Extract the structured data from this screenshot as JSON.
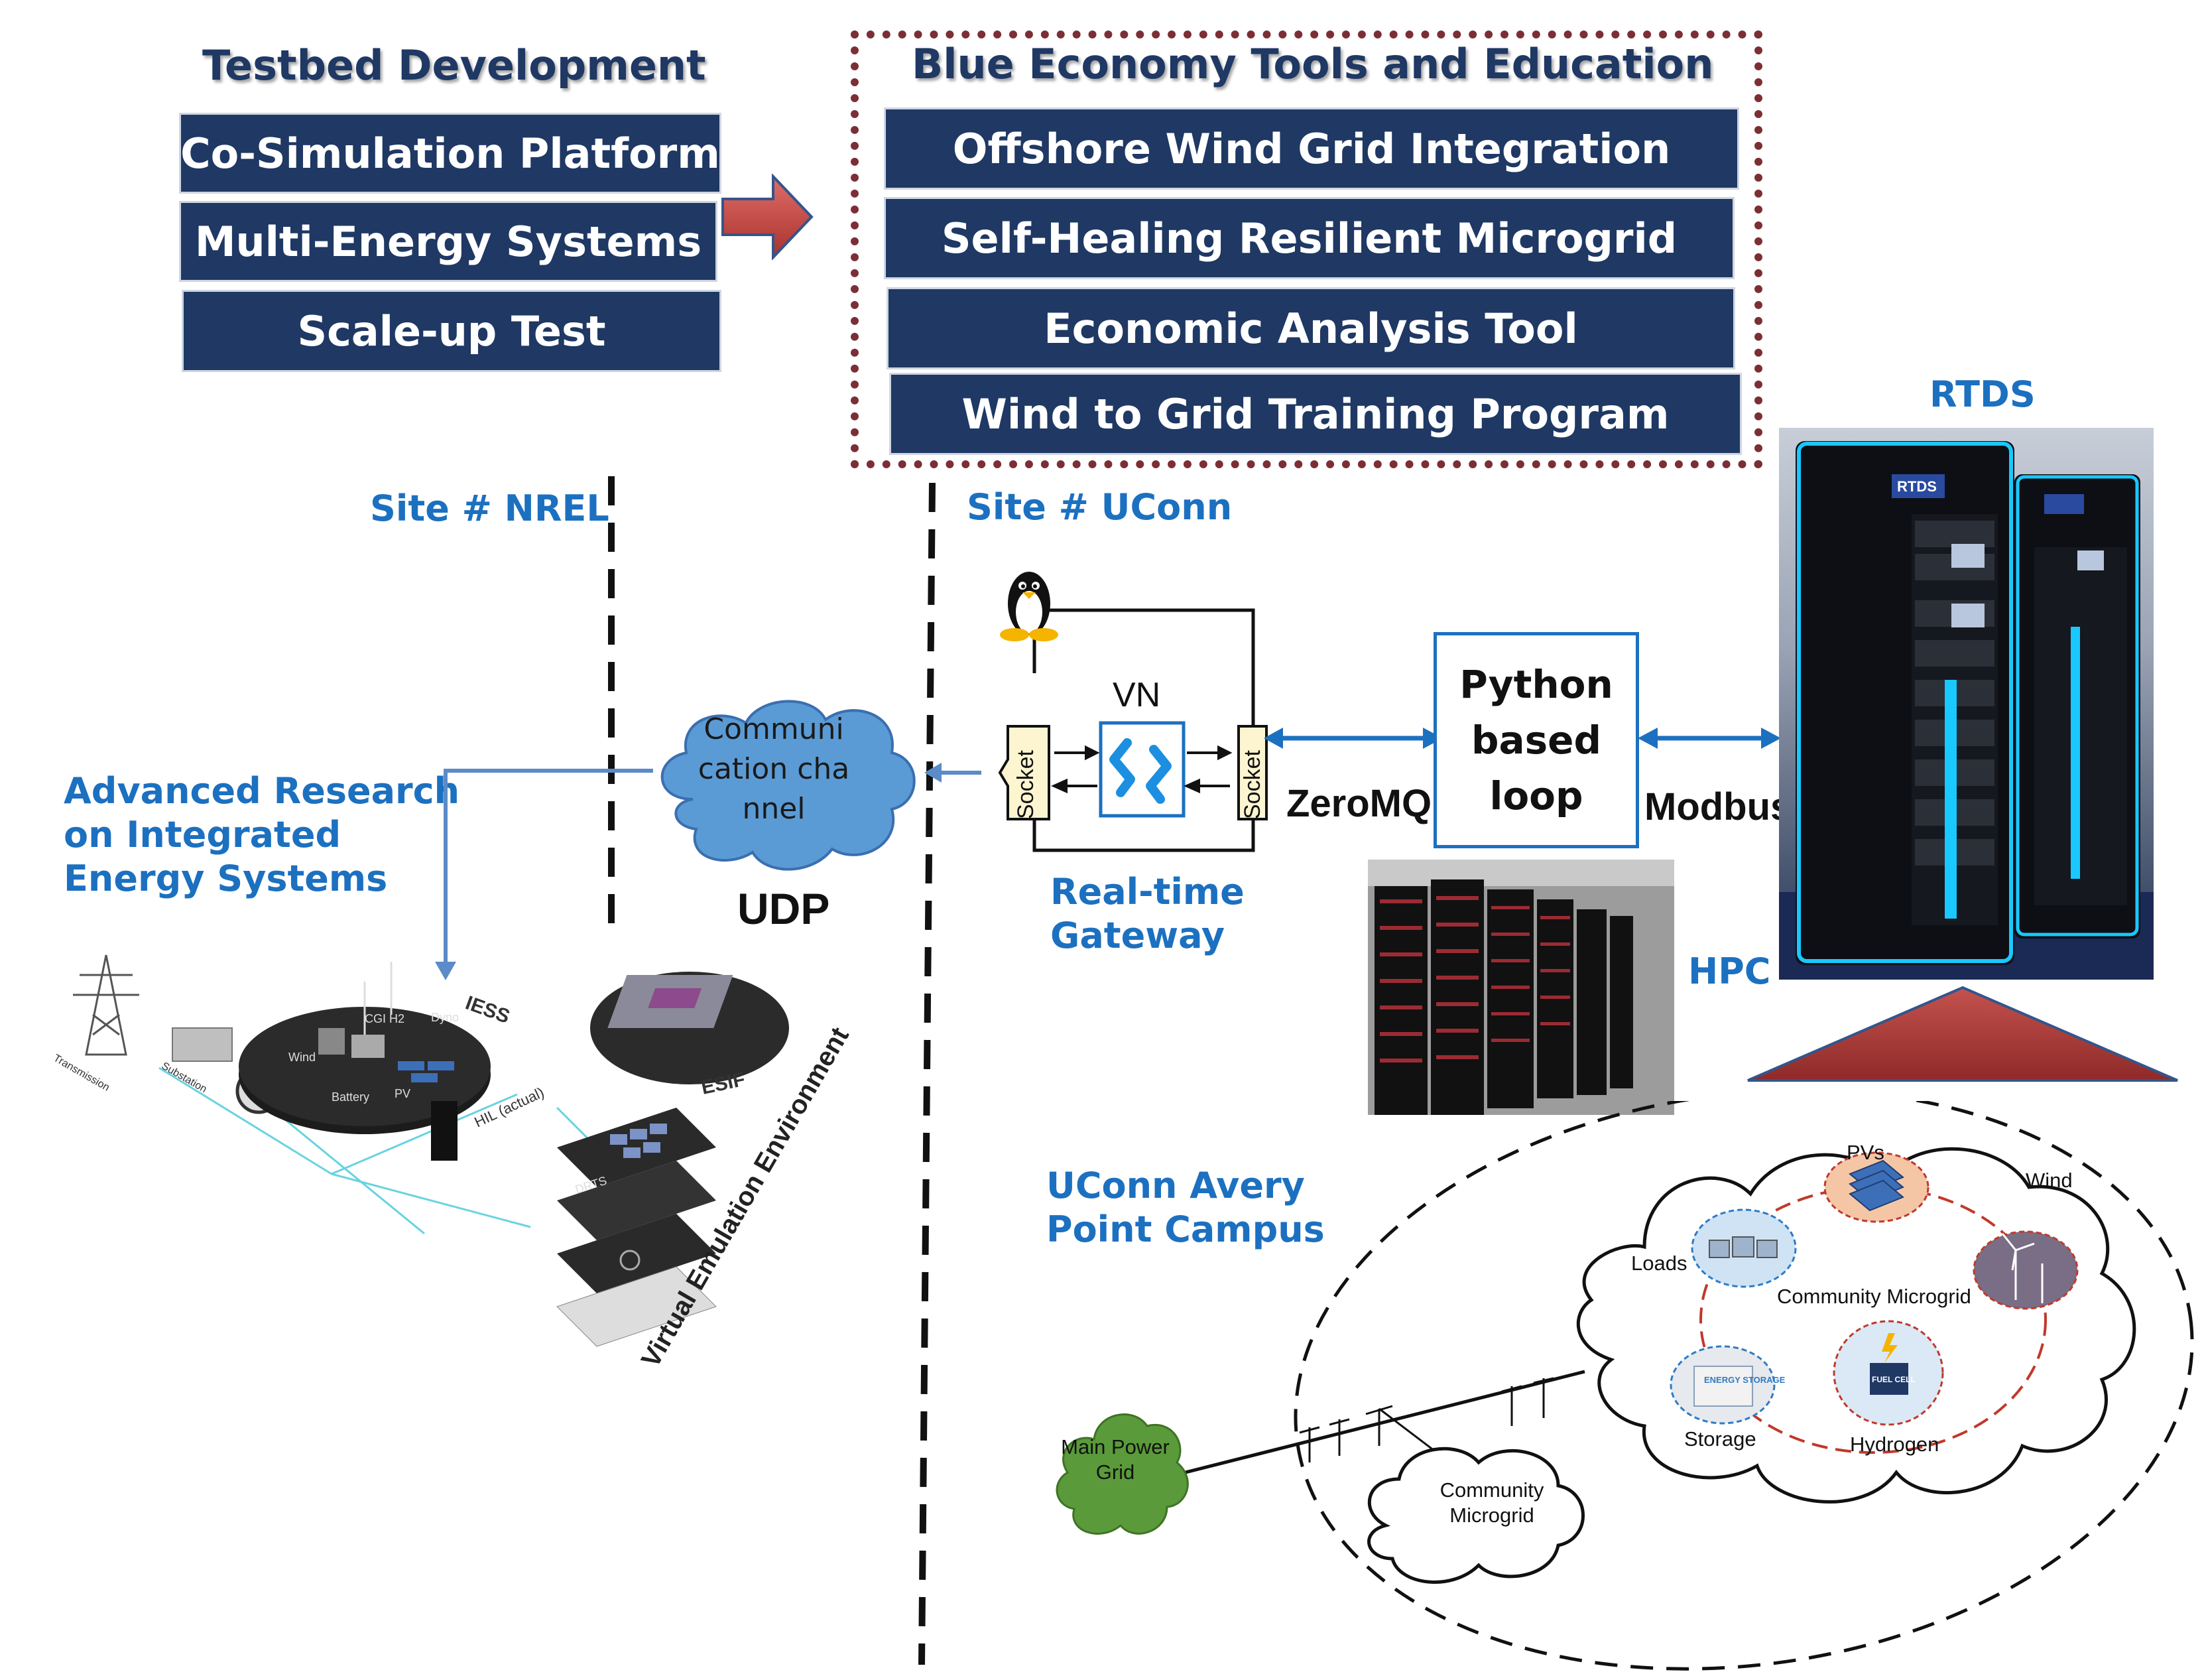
{
  "testbed": {
    "heading": "Testbed Development",
    "items": [
      "Co-Simulation Platform",
      "Multi-Energy Systems",
      "Scale-up Test"
    ]
  },
  "blue_economy": {
    "heading": "Blue Economy Tools and Education",
    "items": [
      "Offshore Wind Grid Integration",
      "Self-Healing Resilient Microgrid",
      "Economic Analysis Tool",
      "Wind to Grid Training Program"
    ]
  },
  "sites": {
    "nrel": "Site # NREL",
    "uconn": "Site # UConn"
  },
  "arie_label": "Advanced Research on Integrated Energy Systems",
  "communication": {
    "cloud": "Communication channel",
    "protocol": "UDP"
  },
  "gateway": {
    "label": "Real-time Gateway",
    "vn": "VN",
    "socket_left": "Socket",
    "socket_right": "Socket"
  },
  "python_loop": "Python based loop",
  "zeromq": "ZeroMQ",
  "modbus": "Modbus",
  "rtds_label": "RTDS",
  "rtds_logo": "RTDS",
  "hpc_label": "HPC",
  "campus_label": "UConn Avery Point Campus",
  "microgrid": {
    "main_grid": "Main Power Grid",
    "community_small": "Community Microgrid",
    "community_center": "Community Microgrid",
    "pvs": "PVs",
    "wind": "Wind",
    "loads": "Loads",
    "storage": "Storage",
    "hydrogen": "Hydrogen",
    "fuel_cell": "FUEL CELL",
    "energy_storage": "ENERGY STORAGE"
  },
  "nrel_scene": {
    "iess": "IESS",
    "esif": "ESIF",
    "ac_transmission": "AC Transmission",
    "substation": "Substation",
    "hil": "HIL (actual)",
    "virtual_env": "Virtual Emulation Environment",
    "wind": "Wind",
    "battery": "Battery",
    "pv": "PV",
    "dirts": "DRTS",
    "dyno": "Dyno",
    "cgi": "CGI H2"
  },
  "colors": {
    "navy": "#1f3864",
    "blue_label": "#1c70c0",
    "frame_dotted": "#7b2f35",
    "arrow_red": "#c0504d",
    "cloud_fill": "#5b9bd5",
    "grid_green": "#5a9a3a"
  }
}
